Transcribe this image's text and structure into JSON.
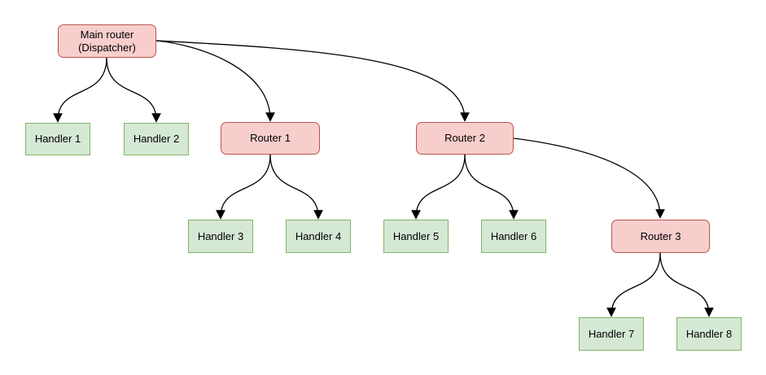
{
  "colors": {
    "background": "#ffffff",
    "router_fill": "#f8cecc",
    "router_border": "#b85450",
    "handler_fill": "#d5e8d4",
    "handler_border": "#82b366",
    "edge": "#000000"
  },
  "nodes": {
    "main_router": {
      "label_line1": "Main router",
      "label_line2": "(Dispatcher)",
      "type": "router"
    },
    "handler1": {
      "label": "Handler 1",
      "type": "handler"
    },
    "handler2": {
      "label": "Handler 2",
      "type": "handler"
    },
    "router1": {
      "label": "Router 1",
      "type": "router"
    },
    "router2": {
      "label": "Router 2",
      "type": "router"
    },
    "handler3": {
      "label": "Handler 3",
      "type": "handler"
    },
    "handler4": {
      "label": "Handler 4",
      "type": "handler"
    },
    "handler5": {
      "label": "Handler 5",
      "type": "handler"
    },
    "handler6": {
      "label": "Handler 6",
      "type": "handler"
    },
    "router3": {
      "label": "Router 3",
      "type": "router"
    },
    "handler7": {
      "label": "Handler 7",
      "type": "handler"
    },
    "handler8": {
      "label": "Handler 8",
      "type": "handler"
    }
  },
  "edges": [
    {
      "from": "main_router",
      "to": "handler1"
    },
    {
      "from": "main_router",
      "to": "handler2"
    },
    {
      "from": "main_router",
      "to": "router1"
    },
    {
      "from": "main_router",
      "to": "router2"
    },
    {
      "from": "router1",
      "to": "handler3"
    },
    {
      "from": "router1",
      "to": "handler4"
    },
    {
      "from": "router2",
      "to": "handler5"
    },
    {
      "from": "router2",
      "to": "handler6"
    },
    {
      "from": "router2",
      "to": "router3"
    },
    {
      "from": "router3",
      "to": "handler7"
    },
    {
      "from": "router3",
      "to": "handler8"
    }
  ]
}
